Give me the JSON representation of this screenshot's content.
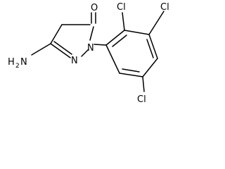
{
  "labels": {
    "oxygen": "O",
    "ring_nitrogen_1": "N",
    "ring_nitrogen_2": "N",
    "amine_h": "H",
    "amine_sub": "2",
    "amine_n": "N",
    "chlorine_top": "Cl",
    "chlorine_upper_left": "Cl",
    "chlorine_bottom": "Cl"
  }
}
